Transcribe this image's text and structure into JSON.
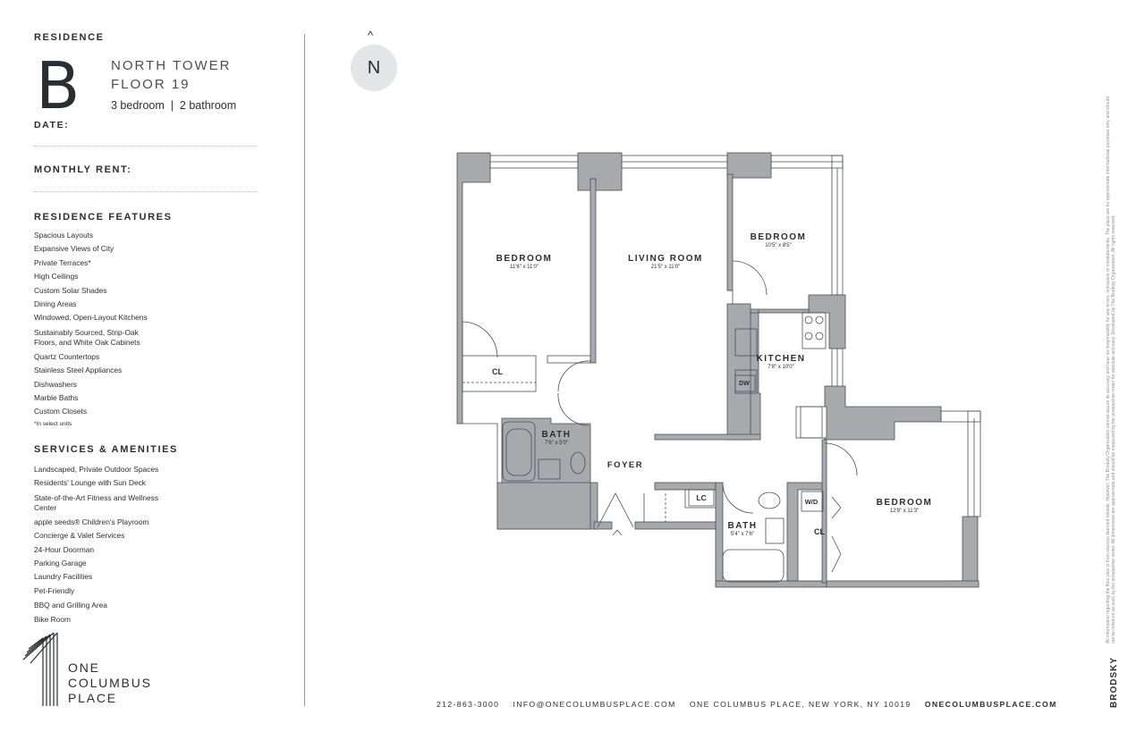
{
  "header": {
    "residence_label": "RESIDENCE",
    "residence_letter": "B",
    "tower_line1": "NORTH TOWER",
    "tower_line2": "FLOOR 19",
    "bed_bath": "3 bedroom  |  2 bathroom",
    "date_label": "DATE:",
    "rent_label": "MONTHLY RENT:"
  },
  "features": {
    "title": "RESIDENCE FEATURES",
    "items": [
      "Spacious Layouts",
      "Expansive Views of City",
      "Private Terraces*",
      "High Ceilings",
      "Custom Solar Shades",
      "Dining Areas",
      "Windowed, Open-Layout Kitchens",
      "Sustainably Sourced, Strip-Oak",
      "Floors, and White Oak Cabinets",
      "Quartz Countertops",
      "Stainless Steel Appliances",
      "Dishwashers",
      "Marble Baths",
      "Custom Closets"
    ],
    "note": "*In select units"
  },
  "amenities": {
    "title": "SERVICES & AMENITIES",
    "items": [
      "Landscaped, Private Outdoor Spaces",
      "Residents' Lounge with Sun Deck",
      "State-of-the-Art Fitness and Wellness",
      "Center",
      "apple seeds® Children's Playroom",
      "Concierge & Valet Services",
      "24-Hour Doorman",
      "Parking Garage",
      "Laundry Facilities",
      "Pet-Friendly",
      "BBQ and Grilling Area",
      "Bike Room"
    ]
  },
  "logo": {
    "line1": "ONE",
    "line2": "COLUMBUS",
    "line3": "PLACE"
  },
  "compass": {
    "letter": "N",
    "arrow": "^"
  },
  "floorplan": {
    "rooms": [
      {
        "name": "BEDROOM",
        "dims": "11'6\" x 11'0\""
      },
      {
        "name": "LIVING ROOM",
        "dims": "21'5\" x 11'0\""
      },
      {
        "name": "BEDROOM",
        "dims": "10'5\" x 8'5\""
      },
      {
        "name": "KITCHEN",
        "dims": "7'8\" x 10'0\""
      },
      {
        "name": "BATH",
        "dims": "7'6\" x 5'0\""
      },
      {
        "name": "FOYER",
        "dims": ""
      },
      {
        "name": "BATH",
        "dims": "5'4\" x 7'6\""
      },
      {
        "name": "BEDROOM",
        "dims": "12'9\" x 11'3\""
      }
    ],
    "tags": {
      "cl1": "CL",
      "cl2": "CL",
      "dw": "DW",
      "lc": "LC",
      "wd": "W/D"
    },
    "colors": {
      "wall": "#a7a9ac",
      "line": "#4a4d55"
    }
  },
  "footer": {
    "phone": "212-863-3000",
    "email": "INFO@ONECOLUMBUSPLACE.COM",
    "address": "ONE COLUMBUS PLACE, NEW YORK, NY 10019",
    "website": "ONECOLUMBUSPLACE.COM"
  },
  "legal": "All information regarding the floor plan is from sources deemed reliable. However, The Brodsky Organization cannot assure its accuracy and bear no responsibility for any errors, omissions or misstatements. The plans are for approximate informational purposes only and should not be relied on as such by the prospective renter. All dimensions are approximate and should be measured by the prospective renter for absolute accuracy. Developed by The Brodsky Organization. All rights reserved.",
  "brand": "BRODSKY"
}
